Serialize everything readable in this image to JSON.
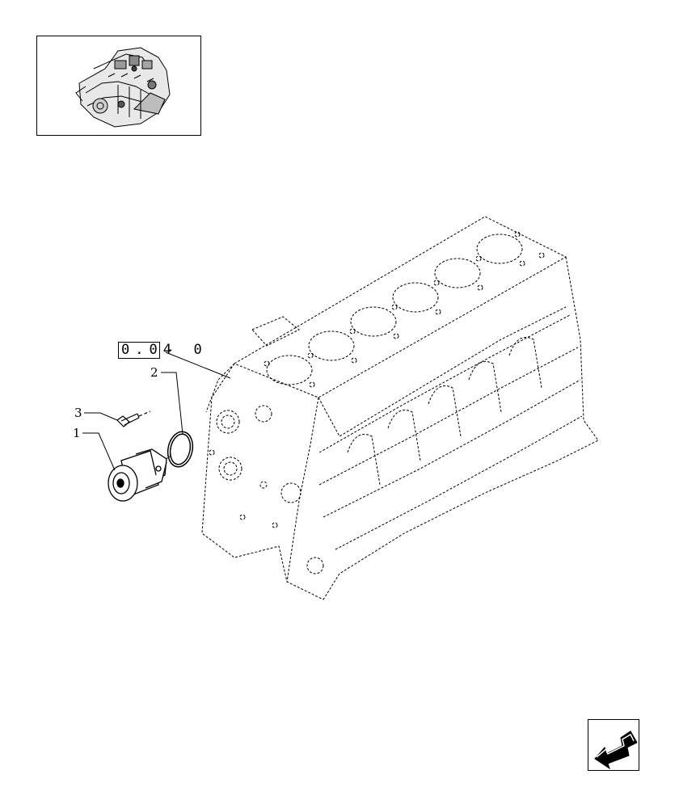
{
  "reference": {
    "boxed": "0.04",
    "tail": "- 0"
  },
  "callouts": {
    "item1": "1",
    "item2": "2",
    "item3": "3"
  },
  "icons": {
    "thumbnail": "engine-overview-icon",
    "nav": "previous-page-arrow-icon"
  },
  "colors": {
    "line": "#000000",
    "background": "#ffffff"
  }
}
